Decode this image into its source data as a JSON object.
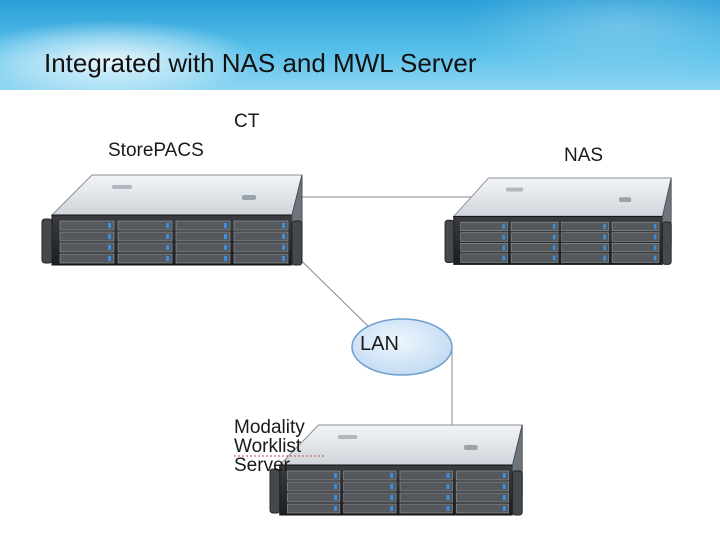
{
  "header": {
    "title": "Integrated with NAS and MWL Server"
  },
  "diagram": {
    "labels": {
      "ct": "CT",
      "storepacs": "StorePACS",
      "nas": "NAS",
      "lan": "LAN",
      "mwl_line1": "Modality",
      "mwl_line2": "Worklist",
      "mwl_line3": "Server"
    },
    "nodes": [
      {
        "id": "storepacs",
        "name": "StorePACS",
        "type": "rack-server"
      },
      {
        "id": "nas",
        "name": "NAS",
        "type": "rack-server"
      },
      {
        "id": "lan",
        "name": "LAN",
        "type": "network"
      },
      {
        "id": "mwl",
        "name": "Modality Worklist Server",
        "type": "rack-server"
      }
    ],
    "edges": [
      {
        "from": "storepacs",
        "to": "nas"
      },
      {
        "from": "storepacs",
        "to": "lan"
      },
      {
        "from": "lan",
        "to": "mwl"
      }
    ],
    "colors": {
      "lan_fill": "#cfe4f7",
      "lan_stroke": "#6c9fd0",
      "server_top": "#e7ebef",
      "server_front": "#2b2d30"
    }
  }
}
